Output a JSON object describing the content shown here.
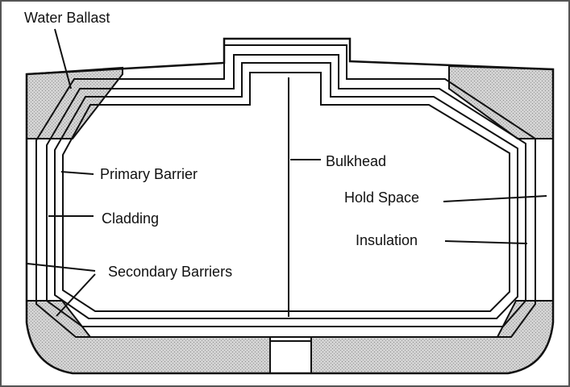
{
  "labels": {
    "water_ballast": "Water Ballast",
    "primary_barrier": "Primary Barrier",
    "cladding": "Cladding",
    "secondary_barriers": "Secondary Barriers",
    "bulkhead": "Bulkhead",
    "hold_space": "Hold Space",
    "insulation": "Insulation"
  },
  "colors": {
    "line": "#111111",
    "ballast_fill": "#c8c8c8",
    "frame": "#555555"
  }
}
